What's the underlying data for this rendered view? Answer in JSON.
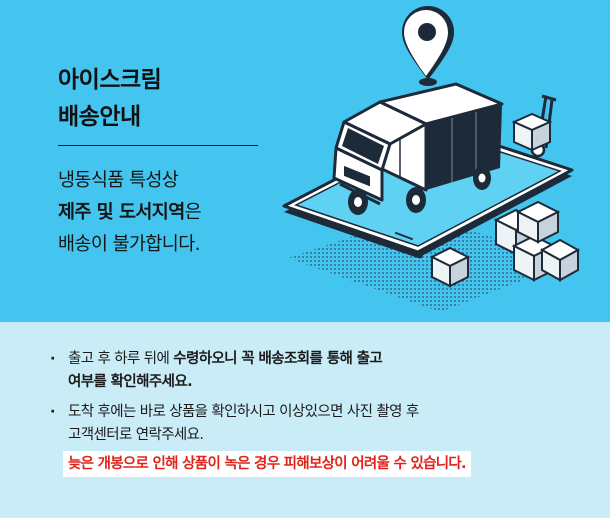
{
  "header": {
    "title_line1": "아이스크림",
    "title_line2": "배송안내"
  },
  "description": {
    "line1": "냉동식품 특성상",
    "line2_bold": "제주 및 도서지역",
    "line2_rest": "은",
    "line3": "배송이 불가합니다."
  },
  "notes": {
    "bullet_symbol": "·",
    "note1": {
      "part1": "출고 후 하루 뒤에 ",
      "part2_bold": "수령하오니 꼭 배송조회를 통해 출고",
      "line2_bold": "여부를 확인해주세요."
    },
    "note2": {
      "line1": "도착 후에는 바로 상품을 확인하시고 이상있으면 사진 촬영 후",
      "line2": "고객센터로 연락주세요."
    },
    "warning": "늦은 개봉으로 인해 상품이 녹은 경우 피해보상이 어려울 수 있습니다."
  },
  "colors": {
    "top_background": "#43c5ef",
    "bottom_background": "#c9ecf7",
    "warning_text": "#e2231a",
    "warning_background": "#ffffff"
  },
  "illustration": {
    "icons": [
      "map-pin-icon",
      "delivery-truck-icon",
      "smartphone-icon",
      "box-icon",
      "hand-truck-icon"
    ]
  }
}
